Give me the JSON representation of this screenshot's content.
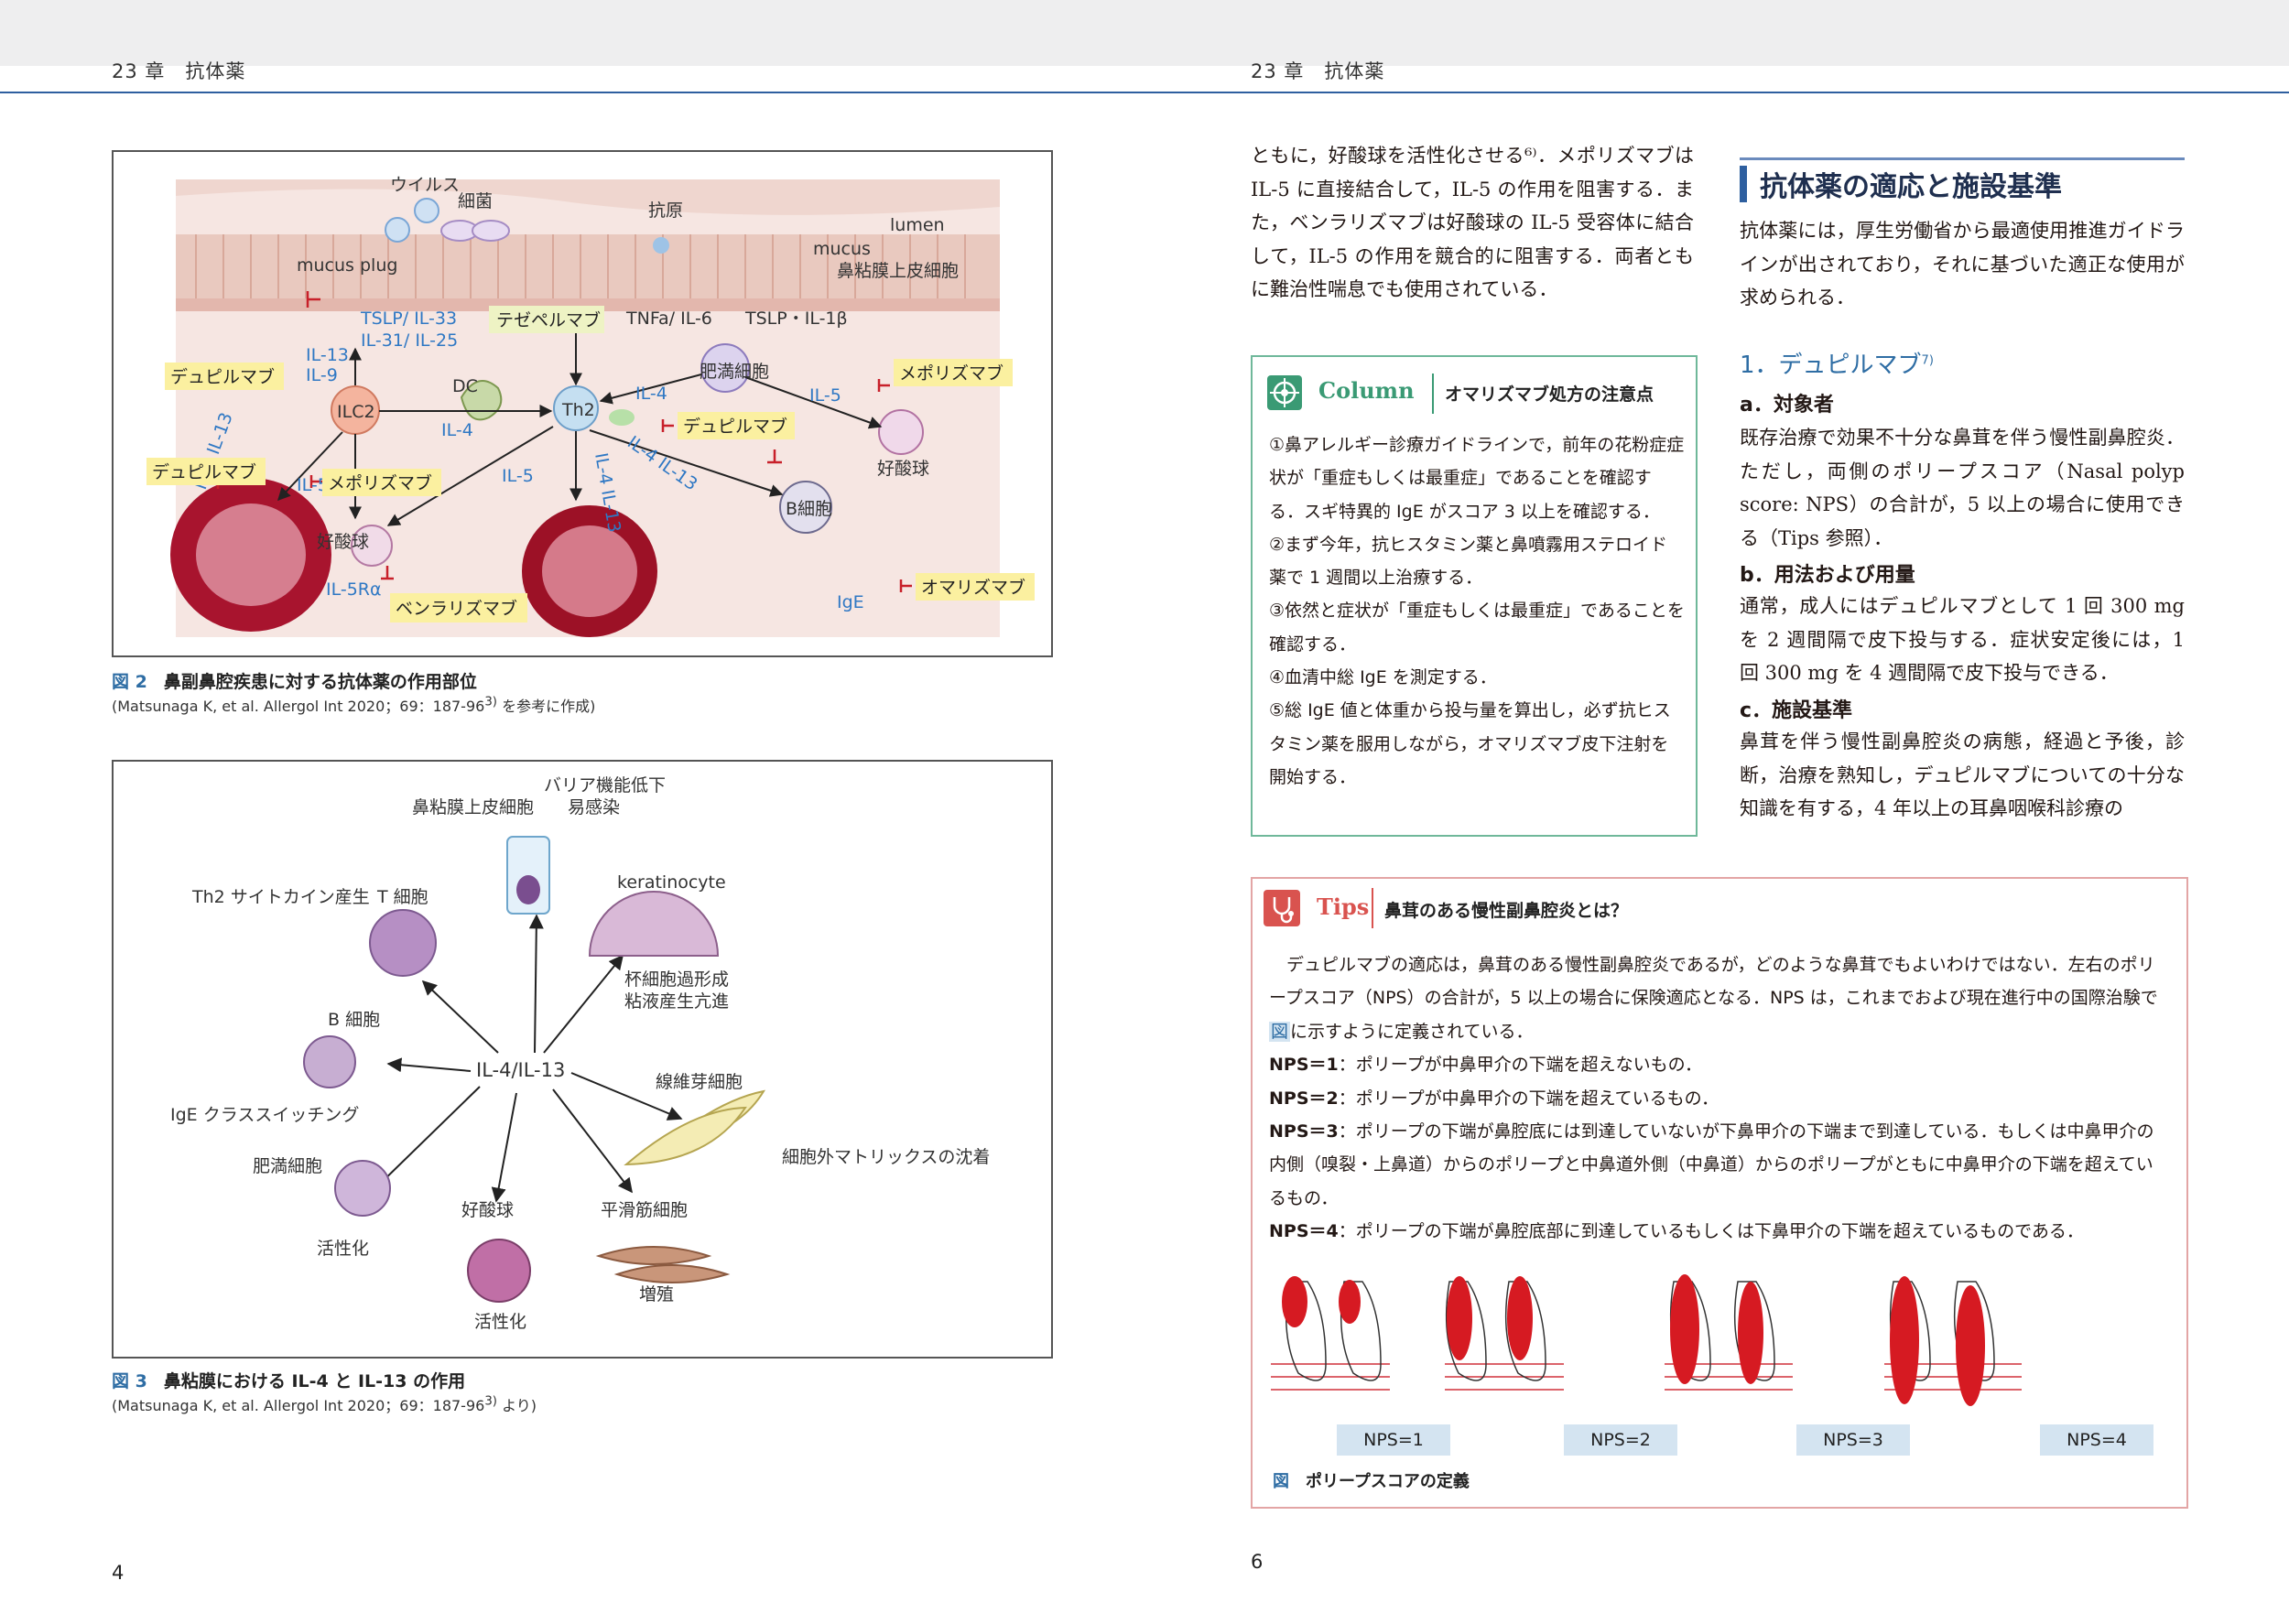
{
  "left_page": {
    "running_head": "23 章　抗体薬",
    "page_number": "4",
    "figure2": {
      "labels": {
        "virus": "ウイルス",
        "bacteria": "細菌",
        "antigen": "抗原",
        "lumen": "lumen",
        "mucus_plug": "mucus plug",
        "mucus": "mucus",
        "epithelium": "鼻粘膜上皮細胞",
        "tslp_il33": "TSLP/ IL-33",
        "il31_il25": "IL-31/ IL-25",
        "il13": "IL-13",
        "il9": "IL-9",
        "tnfa_il6": "TNFa/ IL-6",
        "tslp_il1b": "TSLP・IL-1β",
        "mast_cell": "肥満細胞",
        "ilc2": "ILC2",
        "dc": "DC",
        "th2": "Th2",
        "il4_center": "IL-4",
        "il4_mast": "IL-4",
        "il5_eos": "IL-5",
        "il4_il13_left": "IL-4 IL-13",
        "il5_left": "IL-5",
        "il5_mid": "IL-5",
        "il4_il13_th2": "IL-4 IL-13",
        "il4_il13_right": "IL-4 IL-13",
        "eosinophil_right": "好酸球",
        "eosinophil_left": "好酸球",
        "il5ra": "IL-5Rα",
        "b_cell": "B細胞",
        "ige": "IgE"
      },
      "drugs": {
        "tezepelumab": "テゼペルマブ",
        "dupilumab_1": "デュピルマブ",
        "dupilumab_2": "デュピルマブ",
        "dupilumab_3": "デュピルマブ",
        "mepolizumab_1": "メポリズマブ",
        "mepolizumab_2": "メポリズマブ",
        "benralizumab": "ベンラリズマブ",
        "omalizumab": "オマリズマブ"
      },
      "caption_label": "図 2",
      "caption": "鼻副鼻腔疾患に対する抗体薬の作用部位",
      "source": "(Matsunaga K, et al. Allergol Int 2020；69：187-96",
      "source_ref": "3)",
      "source_tail": " を参考に作成)"
    },
    "figure3": {
      "labels": {
        "center": "IL-4/IL-13",
        "epithelium": "鼻粘膜上皮細胞",
        "barrier": "バリア機能低下",
        "infection": "易感染",
        "th2_cytokine": "Th2 サイトカイン産生",
        "t_cell": "T 細胞",
        "keratinocyte": "keratinocyte",
        "goblet": "杯細胞過形成",
        "mucus": "粘液産生亢進",
        "b_cell": "B 細胞",
        "fibroblast": "線維芽細胞",
        "ige_switch": "IgE クラススイッチング",
        "ecm": "細胞外マトリックスの沈着",
        "mast_cell": "肥満細胞",
        "activation_mast": "活性化",
        "eosinophil": "好酸球",
        "activation_eos": "活性化",
        "smooth_muscle": "平滑筋細胞",
        "proliferation": "増殖"
      },
      "caption_label": "図 3",
      "caption": "鼻粘膜における IL-4 と IL-13 の作用",
      "source": "(Matsunaga K, et al. Allergol Int 2020；69：187-96",
      "source_ref": "3)",
      "source_tail": " より)"
    }
  },
  "right_page": {
    "running_head": "23 章　抗体薬",
    "page_number": "6",
    "intro_paragraph": "ともに，好酸球を活性化させる⁶⁾．メポリズマブは IL-5 に直接結合して，IL-5 の作用を阻害する．また，ベンラリズマブは好酸球の IL-5 受容体に結合して，IL-5 の作用を競合的に阻害する．両者ともに難治性喘息でも使用されている．",
    "column": {
      "tag": "Column",
      "title": "オマリズマブ処方の注意点",
      "items": [
        "①鼻アレルギー診療ガイドラインで，前年の花粉症症状が「重症もしくは最重症」であることを確認する．スギ特異的 IgE がスコア 3 以上を確認する．",
        "②まず今年，抗ヒスタミン薬と鼻噴霧用ステロイド薬で 1 週間以上治療する．",
        "③依然と症状が「重症もしくは最重症」であることを確認する．",
        "④血清中総 IgE を測定する．",
        "⑤総 IgE 値と体重から投与量を算出し，必ず抗ヒスタミン薬を服用しながら，オマリズマブ皮下注射を開始する．"
      ]
    },
    "section": {
      "heading": "抗体薬の適応と施設基準",
      "paragraph": "抗体薬には，厚生労働省から最適使用推進ガイドラインが出されており，それに基づいた適正な使用が求められる．",
      "sub1": "1．デュピルマブ",
      "sub1_ref": "7)",
      "a_title": "a．対象者",
      "a_text": "既存治療で効果不十分な鼻茸を伴う慢性副鼻腔炎．ただし，両側のポリープスコア（Nasal polyp score: NPS）の合計が，5 以上の場合に使用できる（Tips 参照）．",
      "b_title": "b．用法および用量",
      "b_text": "通常，成人にはデュピルマブとして 1 回 300 mg を 2 週間隔で皮下投与する．症状安定後には，1 回 300 mg を 4 週間隔で皮下投与できる．",
      "c_title": "c．施設基準",
      "c_text": "鼻茸を伴う慢性副鼻腔炎の病態，経過と予後，診断，治療を熟知し，デュピルマブについての十分な知識を有する，4 年以上の耳鼻咽喉科診療の"
    },
    "tips": {
      "tag": "Tips",
      "title": "鼻茸のある慢性副鼻腔炎とは？",
      "intro_a": "デュピルマブの適応は，鼻茸のある慢性副鼻腔炎であるが，どのような鼻茸でもよいわけではない．左右のポリープスコア（NPS）の合計が，5 以上の場合に保険適応となる．NPS は，これまでおよび現在進行中の国際治験で",
      "intro_fig": "図",
      "intro_b": "に示すように定義されている．",
      "items": [
        {
          "k": "NPS＝1",
          "v": "：ポリープが中鼻甲介の下端を超えないもの．"
        },
        {
          "k": "NPS＝2",
          "v": "：ポリープが中鼻甲介の下端を超えているもの．"
        },
        {
          "k": "NPS＝3",
          "v": "：ポリープの下端が鼻腔底には到達していないが下鼻甲介の下端まで到達している．もしくは中鼻甲介の内側（嗅裂・上鼻道）からのポリープと中鼻道外側（中鼻道）からのポリープがともに中鼻甲介の下端を超えているもの．"
        },
        {
          "k": "NPS＝4",
          "v": "：ポリープの下端が鼻腔底部に到達しているもしくは下鼻甲介の下端を超えているものである．"
        }
      ],
      "nps_labels": [
        "NPS=1",
        "NPS=2",
        "NPS=3",
        "NPS=4"
      ],
      "figure_label": "図",
      "figure_caption": "ポリープスコアの定義"
    }
  }
}
